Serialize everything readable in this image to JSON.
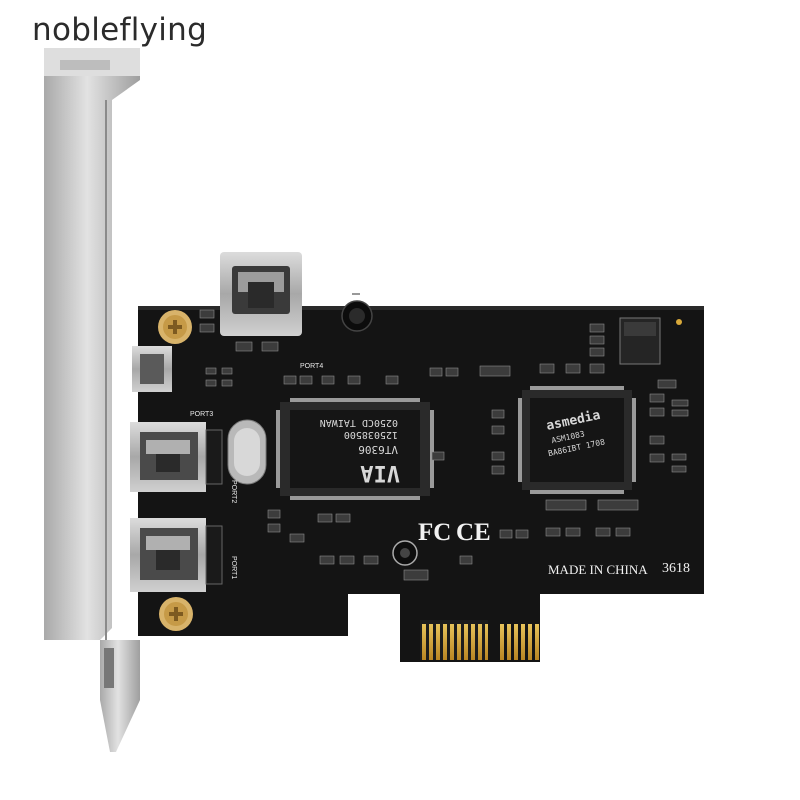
{
  "watermark": "nobleflying",
  "board": {
    "fcc_mark": "FC",
    "ce_mark": "CE",
    "origin": "MADE IN CHINA",
    "date_code": "3618"
  },
  "chip_via": {
    "logo": "VIA",
    "model": "VT6306",
    "lot": "125038500",
    "batch": "0250CD TAIWAN"
  },
  "chip_asmedia": {
    "logo": "asmedia",
    "model": "ASM1083",
    "batch": "BA86IBT 1708"
  },
  "ports": {
    "top": "PORT4",
    "port3": "PORT3",
    "port2": "PORT2",
    "port1": "PORT1"
  },
  "colors": {
    "pcb": "#141414",
    "bracket": "#c9c9c9",
    "gold": "#d9a93a",
    "port_metal": "#b8b8b8"
  }
}
